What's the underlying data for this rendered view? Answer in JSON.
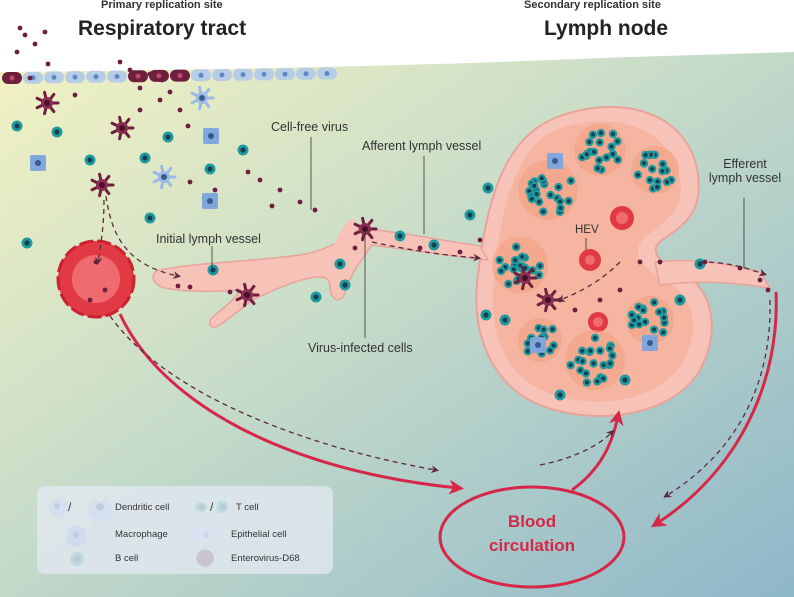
{
  "header": {
    "primary_site": {
      "subtitle": "Primary replication site",
      "title": "Respiratory tract"
    },
    "secondary_site": {
      "subtitle": "Secondary replication site",
      "title": "Lymph node"
    }
  },
  "labels": {
    "cell_free_virus": "Cell-free virus",
    "afferent_lymph_vessel": "Afferent lymph vessel",
    "initial_lymph_vessel": "Initial lymph vessel",
    "virus_infected_cells": "Virus-infected cells",
    "efferent_lymph_vessel_line1": "Efferent",
    "efferent_lymph_vessel_line2": "lymph vessel",
    "hev": "HEV",
    "blood_circulation_line1": "Blood",
    "blood_circulation_line2": "circulation"
  },
  "legend": {
    "dendritic_cell": "Dendritic cell",
    "t_cell": "T cell",
    "macrophage": "Macrophage",
    "epithelial_cell": "Epithelial cell",
    "b_cell": "B cell",
    "enterovirus": "Enterovirus-D68",
    "separator": "/"
  },
  "colors": {
    "virus": "#6e1f3d",
    "b_cell": "#1f9a9e",
    "t_cell": "#2aa3a1",
    "macrophage": "#7fa6dd",
    "lymph": "#f6c0b6",
    "blood_vessel": "#e23a45",
    "arrow": "#d6274a",
    "dashed_arrow": "#5a2a3e"
  }
}
